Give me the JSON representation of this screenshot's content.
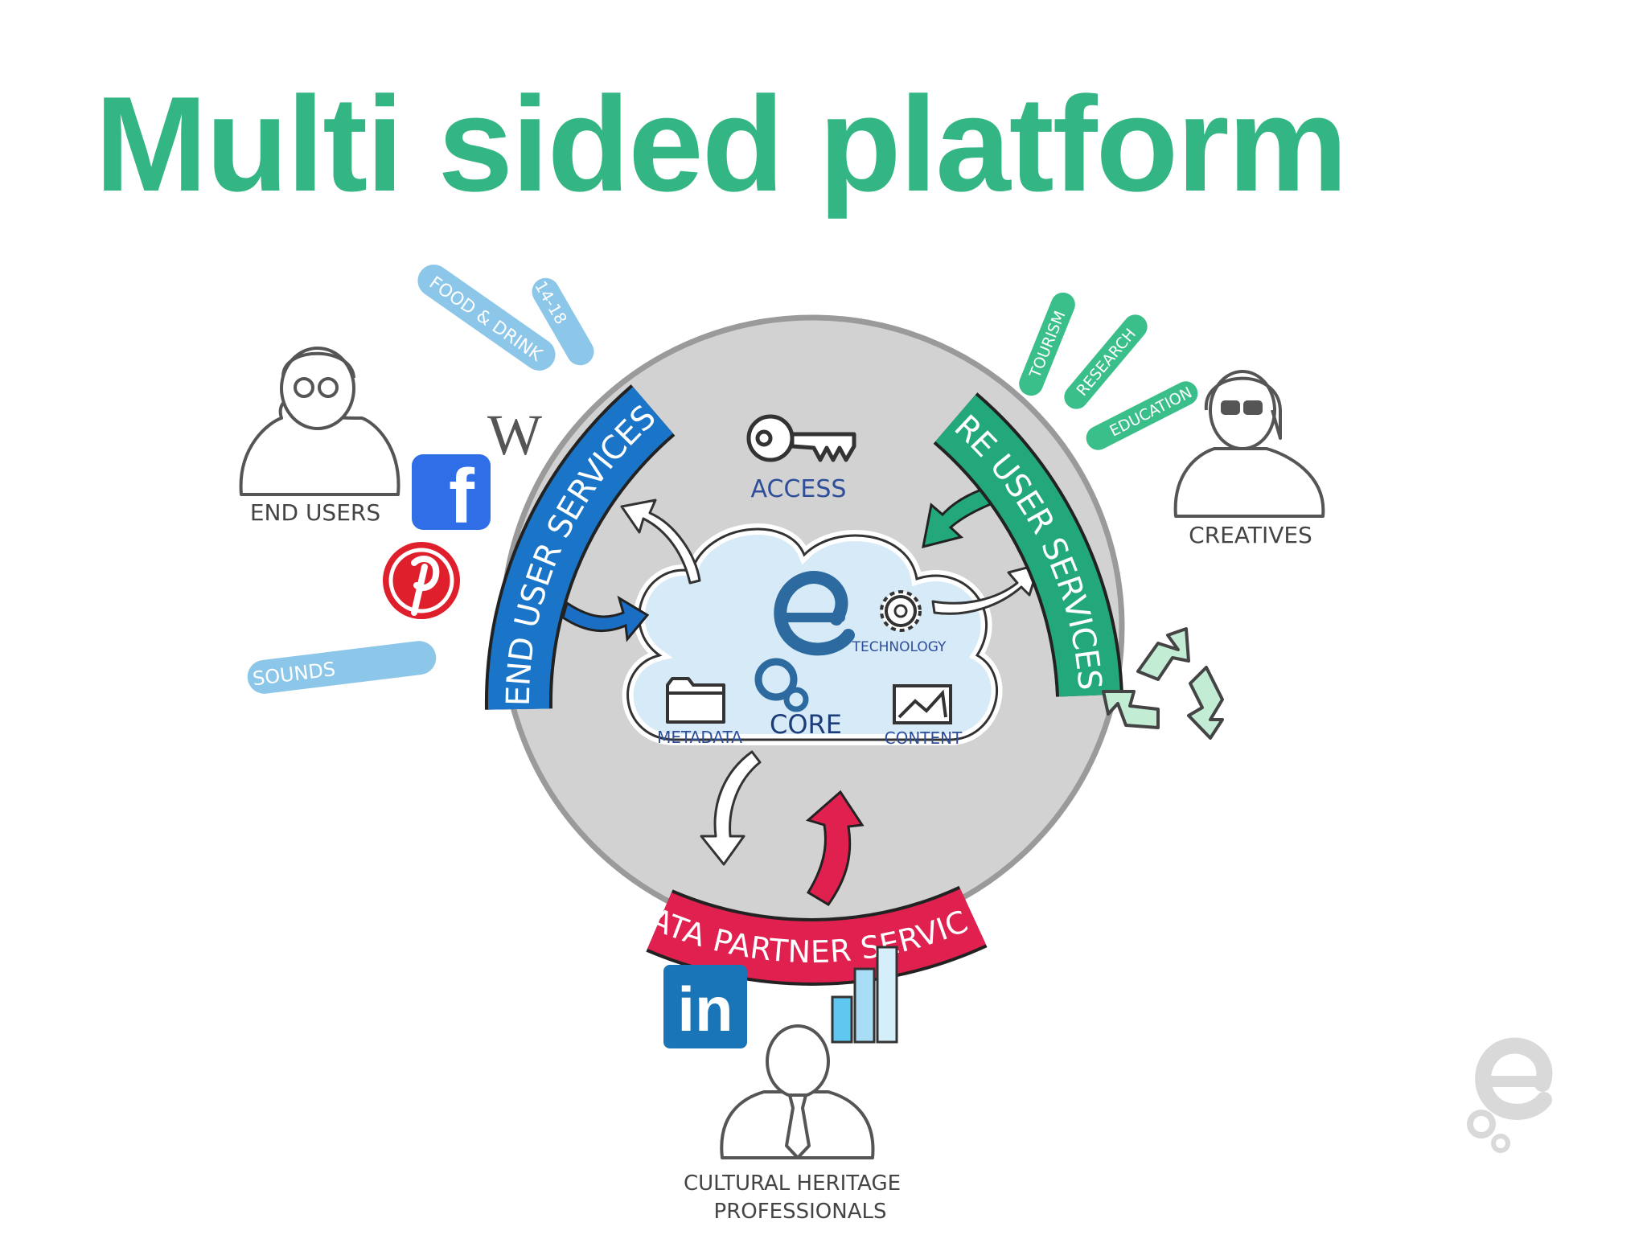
{
  "title": "Multi sided platform",
  "core": {
    "label": "CORE",
    "access": "ACCESS",
    "technology": "TECHNOLOGY",
    "metadata": "METADATA",
    "content": "CONTENT"
  },
  "arcs": {
    "end_user": "END USER SERVICES",
    "re_user": "RE USER SERVICES",
    "data_partner": "DATA PARTNER SERVICES"
  },
  "people": {
    "end_users": "END USERS",
    "creatives": "CREATIVES",
    "professionals_line1": "CULTURAL HERITAGE",
    "professionals_line2": "PROFESSIONALS"
  },
  "tags": {
    "food_drink": "FOOD & DRINK",
    "fourteen_eighteen": "14-18",
    "sounds": "SOUNDS",
    "tourism": "TOURISM",
    "research": "RESEARCH",
    "education": "EDUCATION"
  },
  "logos": {
    "wikipedia": "W",
    "facebook": "f",
    "linkedin": "in"
  },
  "colors": {
    "title": "#34b584",
    "end_user_arc": "#1a75c9",
    "re_user_arc": "#22a87a",
    "data_partner_arc": "#e0204e",
    "circle": "#d2d2d2",
    "cloud": "#d6eaf7",
    "tag_blue": "#8cc6e8",
    "tag_green": "#3bbf8a"
  }
}
